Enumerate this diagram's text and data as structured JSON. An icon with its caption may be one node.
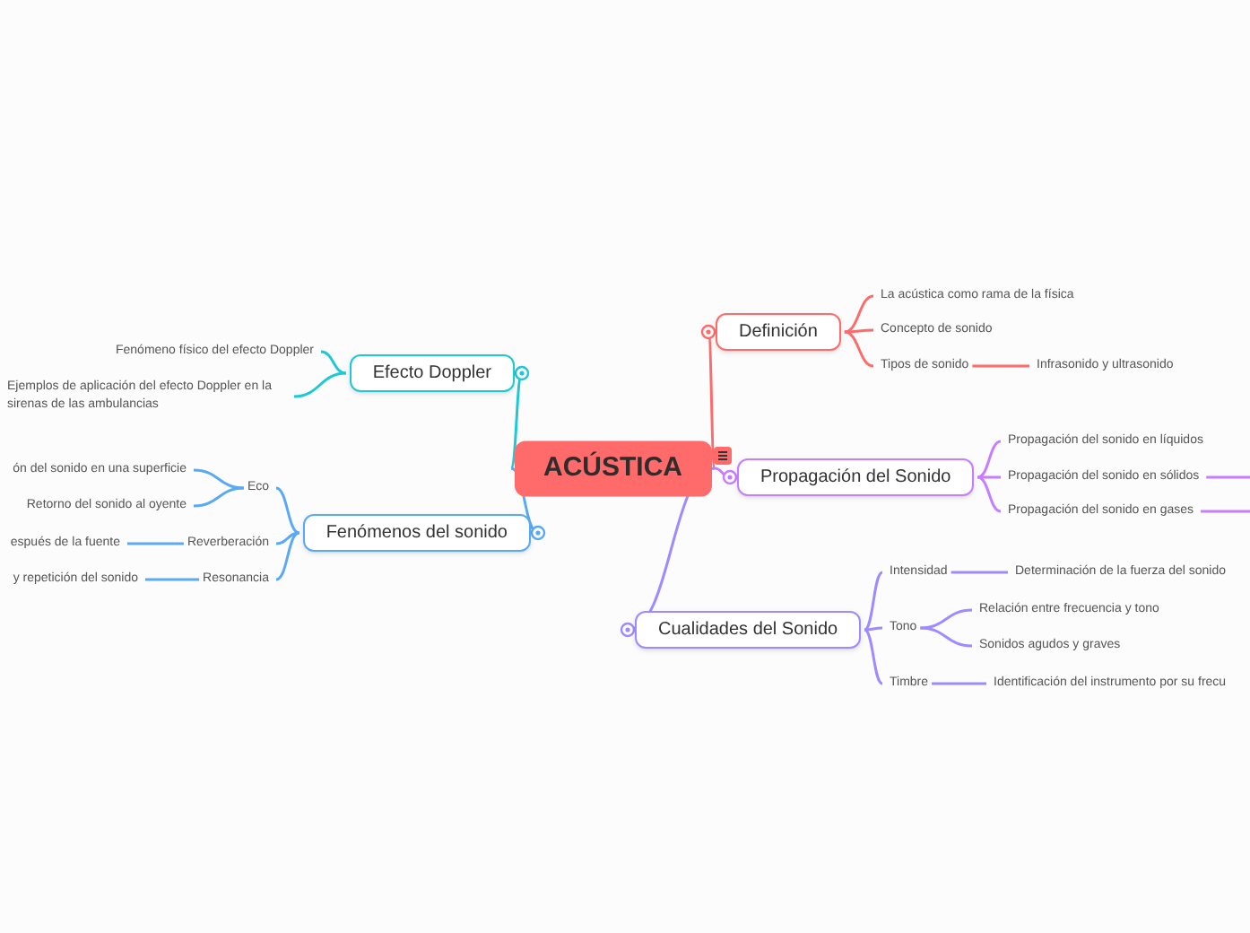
{
  "diagram": {
    "nodes": [
      {
        "text": [
          "ACÚSTICA"
        ]
      },
      {
        "text": [
          "Definición"
        ]
      },
      {
        "text": [
          "La acústica como rama de la física"
        ]
      },
      {
        "text": [
          "Concepto de sonido"
        ]
      },
      {
        "text": [
          "Tipos de sonido"
        ]
      },
      {
        "text": [
          "Infrasonido y ultrasonido"
        ]
      },
      {
        "text": [
          "Propagación del Sonido"
        ]
      },
      {
        "text": [
          "Propagación del sonido en líquidos"
        ]
      },
      {
        "text": [
          "Propagación del sonido en sólidos"
        ]
      },
      {
        "text": [
          "Propagación del sonido en gases"
        ]
      },
      {
        "text": [
          "Cualidades del Sonido"
        ]
      },
      {
        "text": [
          "Intensidad"
        ]
      },
      {
        "text": [
          "Determinación de la fuerza del sonido"
        ]
      },
      {
        "text": [
          "Tono"
        ]
      },
      {
        "text": [
          "Relación entre frecuencia y tono"
        ]
      },
      {
        "text": [
          "Sonidos agudos y graves"
        ]
      },
      {
        "text": [
          "Timbre"
        ]
      },
      {
        "text": [
          "Identificación del instrumento por su frecu"
        ]
      },
      {
        "text": [
          "Efecto Doppler"
        ]
      },
      {
        "text": [
          "Fenómeno físico del efecto Doppler"
        ]
      },
      {
        "text": [
          "Ejemplos de aplicación del efecto Doppler en la sirenas de las ambulancias"
        ]
      },
      {
        "text": [
          "Fenómenos del sonido"
        ]
      },
      {
        "text": [
          "Eco"
        ]
      },
      {
        "text": [
          "ón del sonido en una superficie"
        ]
      },
      {
        "text": [
          "Retorno del sonido al oyente"
        ]
      },
      {
        "text": [
          "Reverberación"
        ]
      },
      {
        "text": [
          "espués de la fuente"
        ]
      },
      {
        "text": [
          "Resonancia"
        ]
      },
      {
        "text": [
          "y repetición del sonido"
        ]
      }
    ],
    "edges": [
      {
        "from": 0,
        "to": 1,
        "arrow": "other",
        "color": "#ff6b6b"
      },
      {
        "from": 1,
        "to": 2,
        "arrow": "none",
        "color": "#ff6b6b"
      },
      {
        "from": 1,
        "to": 3,
        "arrow": "none",
        "color": "#ff6b6b"
      },
      {
        "from": 1,
        "to": 4,
        "arrow": "none",
        "color": "#ff6b6b"
      },
      {
        "from": 4,
        "to": 5,
        "arrow": "none",
        "color": "#ff6b6b"
      },
      {
        "from": 0,
        "to": 6,
        "arrow": "other",
        "color": "#c77dff"
      },
      {
        "from": 6,
        "to": 7,
        "arrow": "none",
        "color": "#c77dff"
      },
      {
        "from": 6,
        "to": 8,
        "arrow": "none",
        "color": "#c77dff"
      },
      {
        "from": 6,
        "to": 9,
        "arrow": "none",
        "color": "#c77dff"
      },
      {
        "from": 8,
        "to": null,
        "arrow": "none",
        "color": "#c77dff"
      },
      {
        "from": 9,
        "to": null,
        "arrow": "none",
        "color": "#c77dff"
      },
      {
        "from": 0,
        "to": 10,
        "arrow": "other",
        "color": "#9d8cff"
      },
      {
        "from": 10,
        "to": 11,
        "arrow": "none",
        "color": "#9d8cff"
      },
      {
        "from": 10,
        "to": 13,
        "arrow": "none",
        "color": "#9d8cff"
      },
      {
        "from": 10,
        "to": 16,
        "arrow": "none",
        "color": "#9d8cff"
      },
      {
        "from": 11,
        "to": 12,
        "arrow": "none",
        "color": "#9d8cff"
      },
      {
        "from": 13,
        "to": 14,
        "arrow": "none",
        "color": "#9d8cff"
      },
      {
        "from": 13,
        "to": 15,
        "arrow": "none",
        "color": "#9d8cff"
      },
      {
        "from": 16,
        "to": 17,
        "arrow": "none",
        "color": "#9d8cff"
      },
      {
        "from": 0,
        "to": 18,
        "arrow": "other",
        "color": "#1fc8d4"
      },
      {
        "from": 18,
        "to": 19,
        "arrow": "none",
        "color": "#1fc8d4"
      },
      {
        "from": 18,
        "to": 20,
        "arrow": "none",
        "color": "#1fc8d4"
      },
      {
        "from": 0,
        "to": 21,
        "arrow": "other",
        "color": "#5aa9f5"
      },
      {
        "from": 21,
        "to": 22,
        "arrow": "none",
        "color": "#5aa9f5"
      },
      {
        "from": 21,
        "to": 25,
        "arrow": "none",
        "color": "#5aa9f5"
      },
      {
        "from": 21,
        "to": 27,
        "arrow": "none",
        "color": "#5aa9f5"
      },
      {
        "from": 22,
        "to": 23,
        "arrow": "none",
        "color": "#5aa9f5"
      },
      {
        "from": 22,
        "to": 24,
        "arrow": "none",
        "color": "#5aa9f5"
      },
      {
        "from": 25,
        "to": 26,
        "arrow": "none",
        "color": "#5aa9f5"
      },
      {
        "from": 27,
        "to": 28,
        "arrow": "none",
        "color": "#5aa9f5"
      }
    ]
  }
}
